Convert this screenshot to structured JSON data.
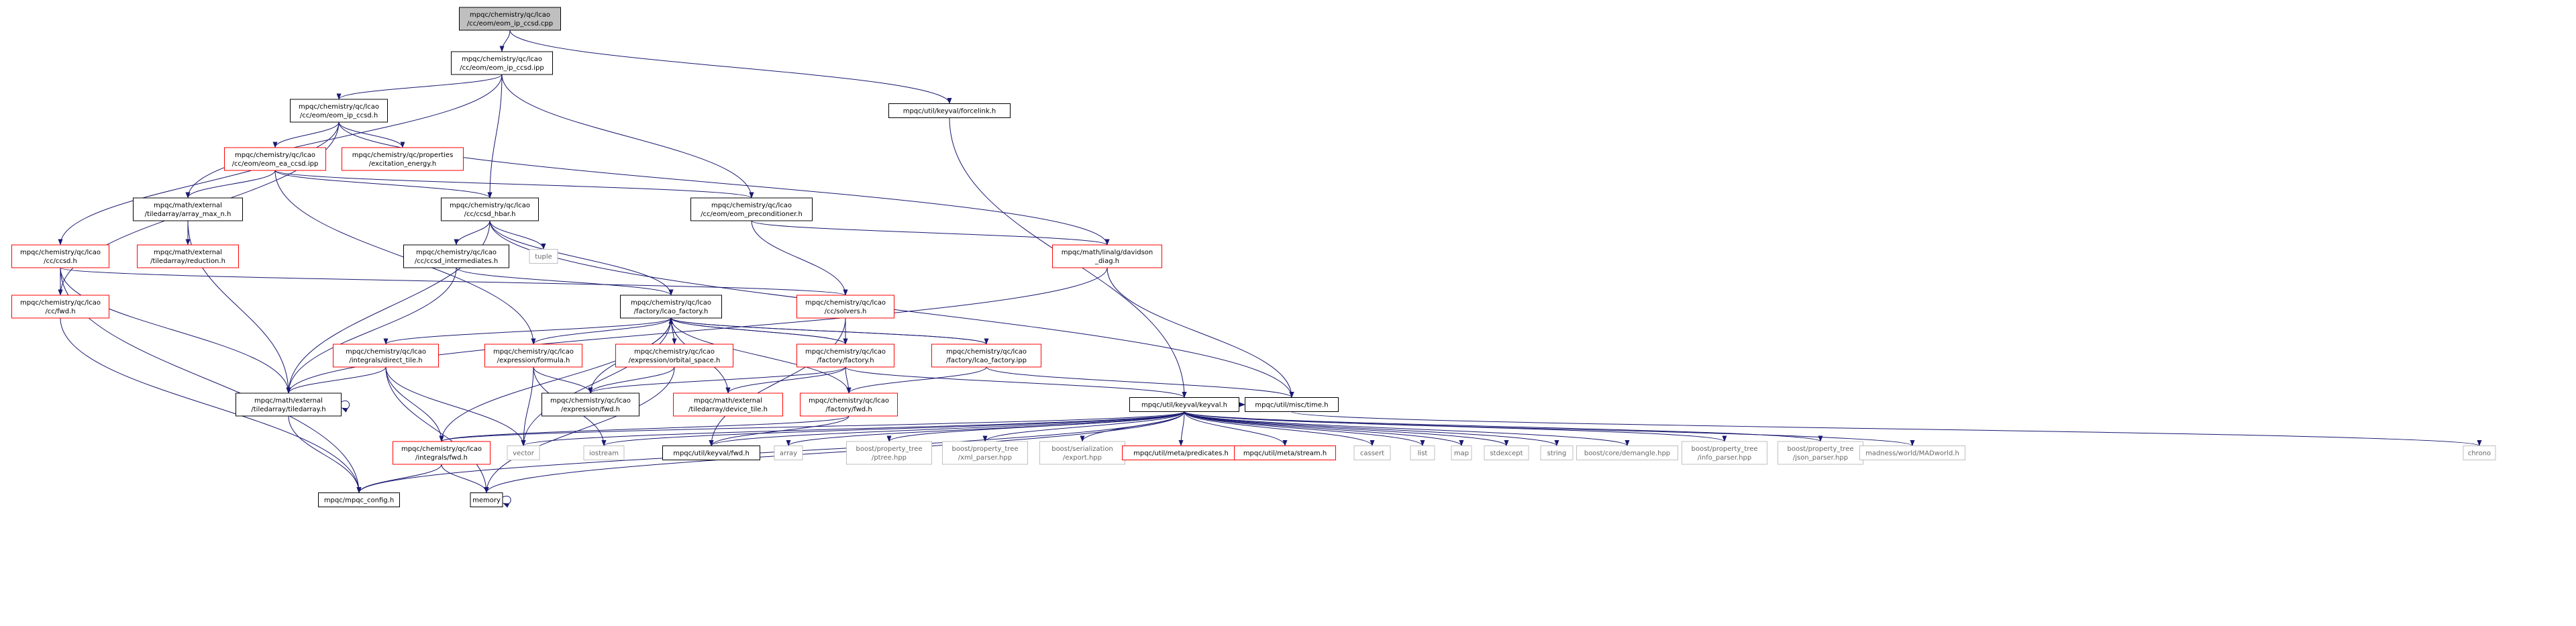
{
  "graph": {
    "colors": {
      "edge": "#191970",
      "root_fill": "#bfbfbf",
      "root_border": "#000000",
      "documented_border": "#000000",
      "truncated_border": "#ff0000",
      "system_border": "#bfbfbf",
      "system_text": "#666666",
      "node_fill": "#ffffff"
    },
    "nodes": [
      {
        "id": "root",
        "kind": "root",
        "lines": [
          "mpqc/chemistry/qc/lcao",
          "/cc/eom/eom_ip_ccsd.cpp"
        ]
      },
      {
        "id": "eom_ip_ccsd_ipp",
        "kind": "doc",
        "lines": [
          "mpqc/chemistry/qc/lcao",
          "/cc/eom/eom_ip_ccsd.ipp"
        ]
      },
      {
        "id": "forcelink",
        "kind": "doc",
        "lines": [
          "mpqc/util/keyval/forcelink.h"
        ]
      },
      {
        "id": "eom_ip_ccsd_h",
        "kind": "doc",
        "lines": [
          "mpqc/chemistry/qc/lcao",
          "/cc/eom/eom_ip_ccsd.h"
        ]
      },
      {
        "id": "eom_ea_ccsd_ipp",
        "kind": "trunc",
        "lines": [
          "mpqc/chemistry/qc/lcao",
          "/cc/eom/eom_ea_ccsd.ipp"
        ]
      },
      {
        "id": "excitation_energy",
        "kind": "trunc",
        "lines": [
          "mpqc/chemistry/qc/properties",
          "/excitation_energy.h"
        ]
      },
      {
        "id": "array_max_n",
        "kind": "doc",
        "lines": [
          "mpqc/math/external",
          "/tiledarray/array_max_n.h"
        ]
      },
      {
        "id": "ccsd_hbar",
        "kind": "doc",
        "lines": [
          "mpqc/chemistry/qc/lcao",
          "/cc/ccsd_hbar.h"
        ]
      },
      {
        "id": "eom_preconditioner",
        "kind": "doc",
        "lines": [
          "mpqc/chemistry/qc/lcao",
          "/cc/eom/eom_preconditioner.h"
        ]
      },
      {
        "id": "reduction",
        "kind": "trunc",
        "lines": [
          "mpqc/math/external",
          "/tiledarray/reduction.h"
        ]
      },
      {
        "id": "ccsd_intermediates",
        "kind": "doc",
        "lines": [
          "mpqc/chemistry/qc/lcao",
          "/cc/ccsd_intermediates.h"
        ]
      },
      {
        "id": "tuple",
        "kind": "sys",
        "lines": [
          "tuple"
        ]
      },
      {
        "id": "davidson_diag",
        "kind": "trunc",
        "lines": [
          "mpqc/math/linalg/davidson",
          "_diag.h"
        ]
      },
      {
        "id": "ccsd_h",
        "kind": "trunc",
        "lines": [
          "mpqc/chemistry/qc/lcao",
          "/cc/ccsd.h"
        ]
      },
      {
        "id": "cc_fwd",
        "kind": "trunc",
        "lines": [
          "mpqc/chemistry/qc/lcao",
          "/cc/fwd.h"
        ]
      },
      {
        "id": "lcao_factory",
        "kind": "doc",
        "lines": [
          "mpqc/chemistry/qc/lcao",
          "/factory/lcao_factory.h"
        ]
      },
      {
        "id": "solvers",
        "kind": "trunc",
        "lines": [
          "mpqc/chemistry/qc/lcao",
          "/cc/solvers.h"
        ]
      },
      {
        "id": "direct_tile",
        "kind": "trunc",
        "lines": [
          "mpqc/chemistry/qc/lcao",
          "/integrals/direct_tile.h"
        ]
      },
      {
        "id": "formula",
        "kind": "trunc",
        "lines": [
          "mpqc/chemistry/qc/lcao",
          "/expression/formula.h"
        ]
      },
      {
        "id": "orbital_space",
        "kind": "trunc",
        "lines": [
          "mpqc/chemistry/qc/lcao",
          "/expression/orbital_space.h"
        ]
      },
      {
        "id": "factory_h",
        "kind": "trunc",
        "lines": [
          "mpqc/chemistry/qc/lcao",
          "/factory/factory.h"
        ]
      },
      {
        "id": "lcao_factory_ipp",
        "kind": "trunc",
        "lines": [
          "mpqc/chemistry/qc/lcao",
          "/factory/lcao_factory.ipp"
        ]
      },
      {
        "id": "tiledarray_h",
        "kind": "doc",
        "lines": [
          "mpqc/math/external",
          "/tiledarray/tiledarray.h"
        ]
      },
      {
        "id": "expression_fwd",
        "kind": "doc",
        "lines": [
          "mpqc/chemistry/qc/lcao",
          "/expression/fwd.h"
        ]
      },
      {
        "id": "device_tile",
        "kind": "trunc",
        "lines": [
          "mpqc/math/external",
          "/tiledarray/device_tile.h"
        ]
      },
      {
        "id": "factory_fwd",
        "kind": "trunc",
        "lines": [
          "mpqc/chemistry/qc/lcao",
          "/factory/fwd.h"
        ]
      },
      {
        "id": "keyval_h",
        "kind": "doc",
        "lines": [
          "mpqc/util/keyval/keyval.h"
        ]
      },
      {
        "id": "time_h",
        "kind": "doc",
        "lines": [
          "mpqc/util/misc/time.h"
        ]
      },
      {
        "id": "chrono",
        "kind": "sys",
        "lines": [
          "chrono"
        ]
      },
      {
        "id": "integrals_fwd",
        "kind": "trunc",
        "lines": [
          "mpqc/chemistry/qc/lcao",
          "/integrals/fwd.h"
        ]
      },
      {
        "id": "vector",
        "kind": "sys",
        "lines": [
          "vector"
        ]
      },
      {
        "id": "iostream",
        "kind": "sys",
        "lines": [
          "iostream"
        ]
      },
      {
        "id": "keyval_fwd",
        "kind": "doc",
        "lines": [
          "mpqc/util/keyval/fwd.h"
        ]
      },
      {
        "id": "array",
        "kind": "sys",
        "lines": [
          "array"
        ]
      },
      {
        "id": "ptree",
        "kind": "sys",
        "lines": [
          "boost/property_tree",
          "/ptree.hpp"
        ]
      },
      {
        "id": "xml_parser",
        "kind": "sys",
        "lines": [
          "boost/property_tree",
          "/xml_parser.hpp"
        ]
      },
      {
        "id": "export_hpp",
        "kind": "sys",
        "lines": [
          "boost/serialization",
          "/export.hpp"
        ]
      },
      {
        "id": "predicates",
        "kind": "trunc",
        "lines": [
          "mpqc/util/meta/predicates.h"
        ]
      },
      {
        "id": "meta_stream",
        "kind": "trunc",
        "lines": [
          "mpqc/util/meta/stream.h"
        ]
      },
      {
        "id": "cassert",
        "kind": "sys",
        "lines": [
          "cassert"
        ]
      },
      {
        "id": "list",
        "kind": "sys",
        "lines": [
          "list"
        ]
      },
      {
        "id": "map",
        "kind": "sys",
        "lines": [
          "map"
        ]
      },
      {
        "id": "stdexcept",
        "kind": "sys",
        "lines": [
          "stdexcept"
        ]
      },
      {
        "id": "string",
        "kind": "sys",
        "lines": [
          "string"
        ]
      },
      {
        "id": "demangle",
        "kind": "sys",
        "lines": [
          "boost/core/demangle.hpp"
        ]
      },
      {
        "id": "info_parser",
        "kind": "sys",
        "lines": [
          "boost/property_tree",
          "/info_parser.hpp"
        ]
      },
      {
        "id": "json_parser",
        "kind": "sys",
        "lines": [
          "boost/property_tree",
          "/json_parser.hpp"
        ]
      },
      {
        "id": "madworld",
        "kind": "sys",
        "lines": [
          "madness/world/MADworld.h"
        ]
      },
      {
        "id": "mpqc_config",
        "kind": "doc",
        "lines": [
          "mpqc/mpqc_config.h"
        ]
      },
      {
        "id": "memory",
        "kind": "doc",
        "lines": [
          "memory"
        ]
      }
    ],
    "edges": [
      [
        "root",
        "eom_ip_ccsd_ipp"
      ],
      [
        "root",
        "forcelink"
      ],
      [
        "eom_ip_ccsd_ipp",
        "eom_ip_ccsd_h"
      ],
      [
        "eom_ip_ccsd_ipp",
        "array_max_n"
      ],
      [
        "eom_ip_ccsd_ipp",
        "ccsd_hbar"
      ],
      [
        "eom_ip_ccsd_ipp",
        "eom_preconditioner"
      ],
      [
        "forcelink",
        "keyval_h"
      ],
      [
        "eom_ip_ccsd_h",
        "eom_ea_ccsd_ipp"
      ],
      [
        "eom_ip_ccsd_h",
        "excitation_energy"
      ],
      [
        "eom_ip_ccsd_h",
        "ccsd_h"
      ],
      [
        "eom_ip_ccsd_h",
        "cc_fwd"
      ],
      [
        "eom_ip_ccsd_h",
        "davidson_diag"
      ],
      [
        "eom_ea_ccsd_ipp",
        "array_max_n"
      ],
      [
        "eom_ea_ccsd_ipp",
        "ccsd_hbar"
      ],
      [
        "eom_ea_ccsd_ipp",
        "eom_preconditioner"
      ],
      [
        "eom_ea_ccsd_ipp",
        "formula"
      ],
      [
        "array_max_n",
        "reduction"
      ],
      [
        "array_max_n",
        "tiledarray_h"
      ],
      [
        "ccsd_hbar",
        "ccsd_intermediates"
      ],
      [
        "ccsd_hbar",
        "tuple"
      ],
      [
        "ccsd_hbar",
        "lcao_factory"
      ],
      [
        "ccsd_hbar",
        "tiledarray_h"
      ],
      [
        "ccsd_hbar",
        "time_h"
      ],
      [
        "eom_preconditioner",
        "solvers"
      ],
      [
        "eom_preconditioner",
        "davidson_diag"
      ],
      [
        "davidson_diag",
        "tiledarray_h"
      ],
      [
        "davidson_diag",
        "time_h"
      ],
      [
        "ccsd_intermediates",
        "lcao_factory"
      ],
      [
        "ccsd_intermediates",
        "tiledarray_h"
      ],
      [
        "ccsd_h",
        "cc_fwd"
      ],
      [
        "ccsd_h",
        "solvers"
      ],
      [
        "ccsd_h",
        "tiledarray_h"
      ],
      [
        "ccsd_h",
        "mpqc_config"
      ],
      [
        "cc_fwd",
        "mpqc_config"
      ],
      [
        "solvers",
        "factory_h"
      ],
      [
        "solvers",
        "keyval_fwd"
      ],
      [
        "lcao_factory",
        "direct_tile"
      ],
      [
        "lcao_factory",
        "formula"
      ],
      [
        "lcao_factory",
        "orbital_space"
      ],
      [
        "lcao_factory",
        "factory_h"
      ],
      [
        "lcao_factory",
        "lcao_factory_ipp"
      ],
      [
        "lcao_factory",
        "expression_fwd"
      ],
      [
        "lcao_factory",
        "device_tile"
      ],
      [
        "lcao_factory",
        "factory_fwd"
      ],
      [
        "lcao_factory",
        "integrals_fwd"
      ],
      [
        "lcao_factory",
        "vector"
      ],
      [
        "direct_tile",
        "tiledarray_h"
      ],
      [
        "direct_tile",
        "integrals_fwd"
      ],
      [
        "direct_tile",
        "vector"
      ],
      [
        "direct_tile",
        "memory"
      ],
      [
        "formula",
        "expression_fwd"
      ],
      [
        "formula",
        "vector"
      ],
      [
        "formula",
        "iostream"
      ],
      [
        "orbital_space",
        "expression_fwd"
      ],
      [
        "orbital_space",
        "memory"
      ],
      [
        "factory_h",
        "expression_fwd"
      ],
      [
        "factory_h",
        "device_tile"
      ],
      [
        "factory_h",
        "factory_fwd"
      ],
      [
        "factory_h",
        "keyval_h"
      ],
      [
        "factory_h",
        "lcao_factory"
      ],
      [
        "lcao_factory_ipp",
        "lcao_factory"
      ],
      [
        "lcao_factory_ipp",
        "factory_fwd"
      ],
      [
        "lcao_factory_ipp",
        "time_h"
      ],
      [
        "tiledarray_h",
        "tiledarray_h"
      ],
      [
        "tiledarray_h",
        "mpqc_config"
      ],
      [
        "factory_fwd",
        "keyval_fwd"
      ],
      [
        "factory_fwd",
        "integrals_fwd"
      ],
      [
        "integrals_fwd",
        "mpqc_config"
      ],
      [
        "integrals_fwd",
        "memory"
      ],
      [
        "memory",
        "memory"
      ],
      [
        "time_h",
        "chrono"
      ],
      [
        "keyval_h",
        "integrals_fwd"
      ],
      [
        "keyval_h",
        "vector"
      ],
      [
        "keyval_h",
        "iostream"
      ],
      [
        "keyval_h",
        "keyval_fwd"
      ],
      [
        "keyval_h",
        "array"
      ],
      [
        "keyval_h",
        "ptree"
      ],
      [
        "keyval_h",
        "xml_parser"
      ],
      [
        "keyval_h",
        "export_hpp"
      ],
      [
        "keyval_h",
        "predicates"
      ],
      [
        "keyval_h",
        "meta_stream"
      ],
      [
        "keyval_h",
        "cassert"
      ],
      [
        "keyval_h",
        "list"
      ],
      [
        "keyval_h",
        "map"
      ],
      [
        "keyval_h",
        "stdexcept"
      ],
      [
        "keyval_h",
        "string"
      ],
      [
        "keyval_h",
        "demangle"
      ],
      [
        "keyval_h",
        "info_parser"
      ],
      [
        "keyval_h",
        "json_parser"
      ],
      [
        "keyval_h",
        "madworld"
      ],
      [
        "keyval_h",
        "memory"
      ],
      [
        "keyval_h",
        "time_h"
      ],
      [
        "keyval_h",
        "mpqc_config"
      ]
    ]
  }
}
